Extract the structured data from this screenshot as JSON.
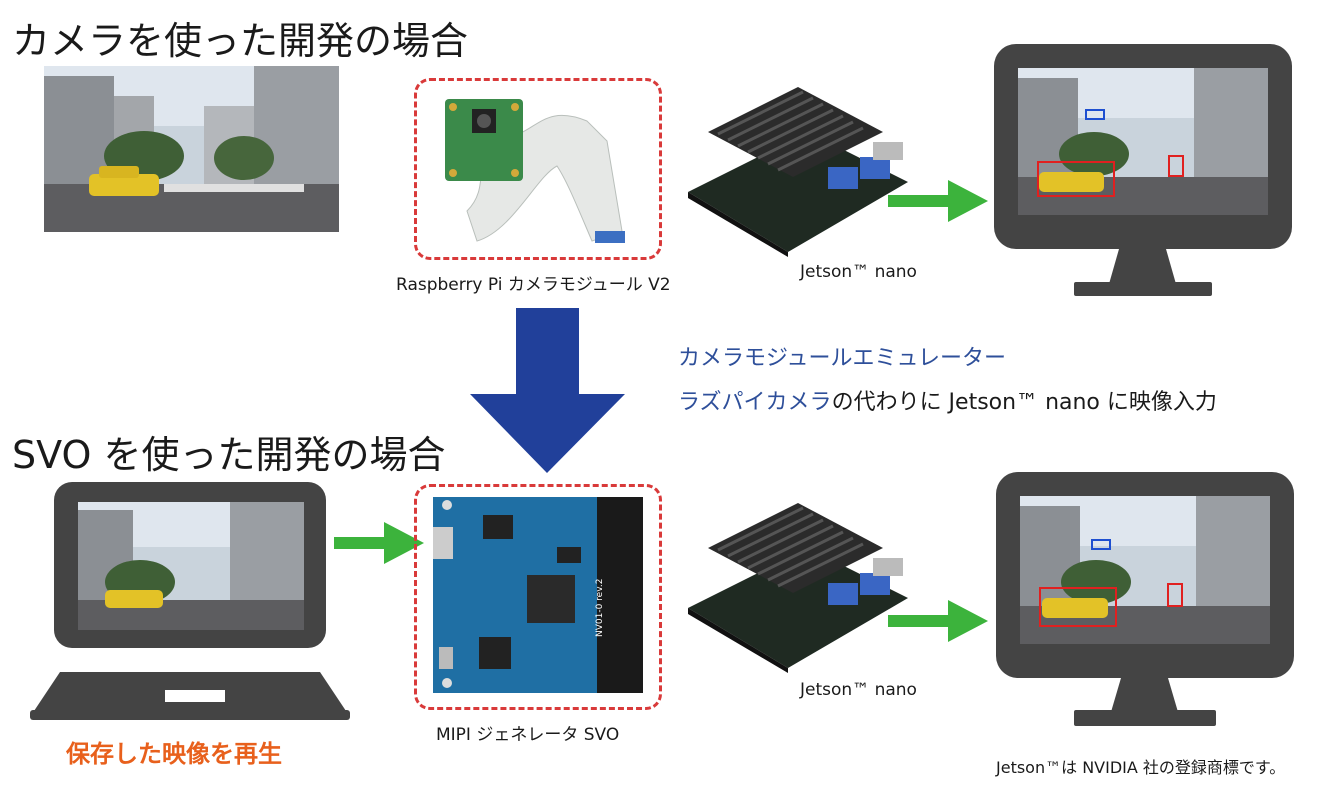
{
  "headings": {
    "camera_dev": "カメラを使った開発の場合",
    "svo_dev": "SVO を使った開発の場合"
  },
  "captions": {
    "raspi_camera": "Raspberry Pi カメラモジュール V2",
    "jetson_top": "Jetson™ nano",
    "mipi_svo": "MIPI ジェネレータ SVO",
    "jetson_bottom": "Jetson™ nano",
    "board_label": "NV01-0 rev.2"
  },
  "emulator": {
    "line1": "カメラモジュールエミュレーター",
    "line2_blue": "ラズパイカメラ",
    "line2_rest": "の代わりに Jetson™ nano に映像入力"
  },
  "playback": "保存した映像を再生",
  "trademark": "Jetson™は NVIDIA 社の登録商標です。",
  "colors": {
    "arrow_green": "#3cb33c",
    "arrow_blue": "#21409a",
    "dash_red": "#d93a3a",
    "monitor_gray": "#444444",
    "accent_blue_text": "#2e4f9a",
    "accent_orange": "#e8601c"
  }
}
